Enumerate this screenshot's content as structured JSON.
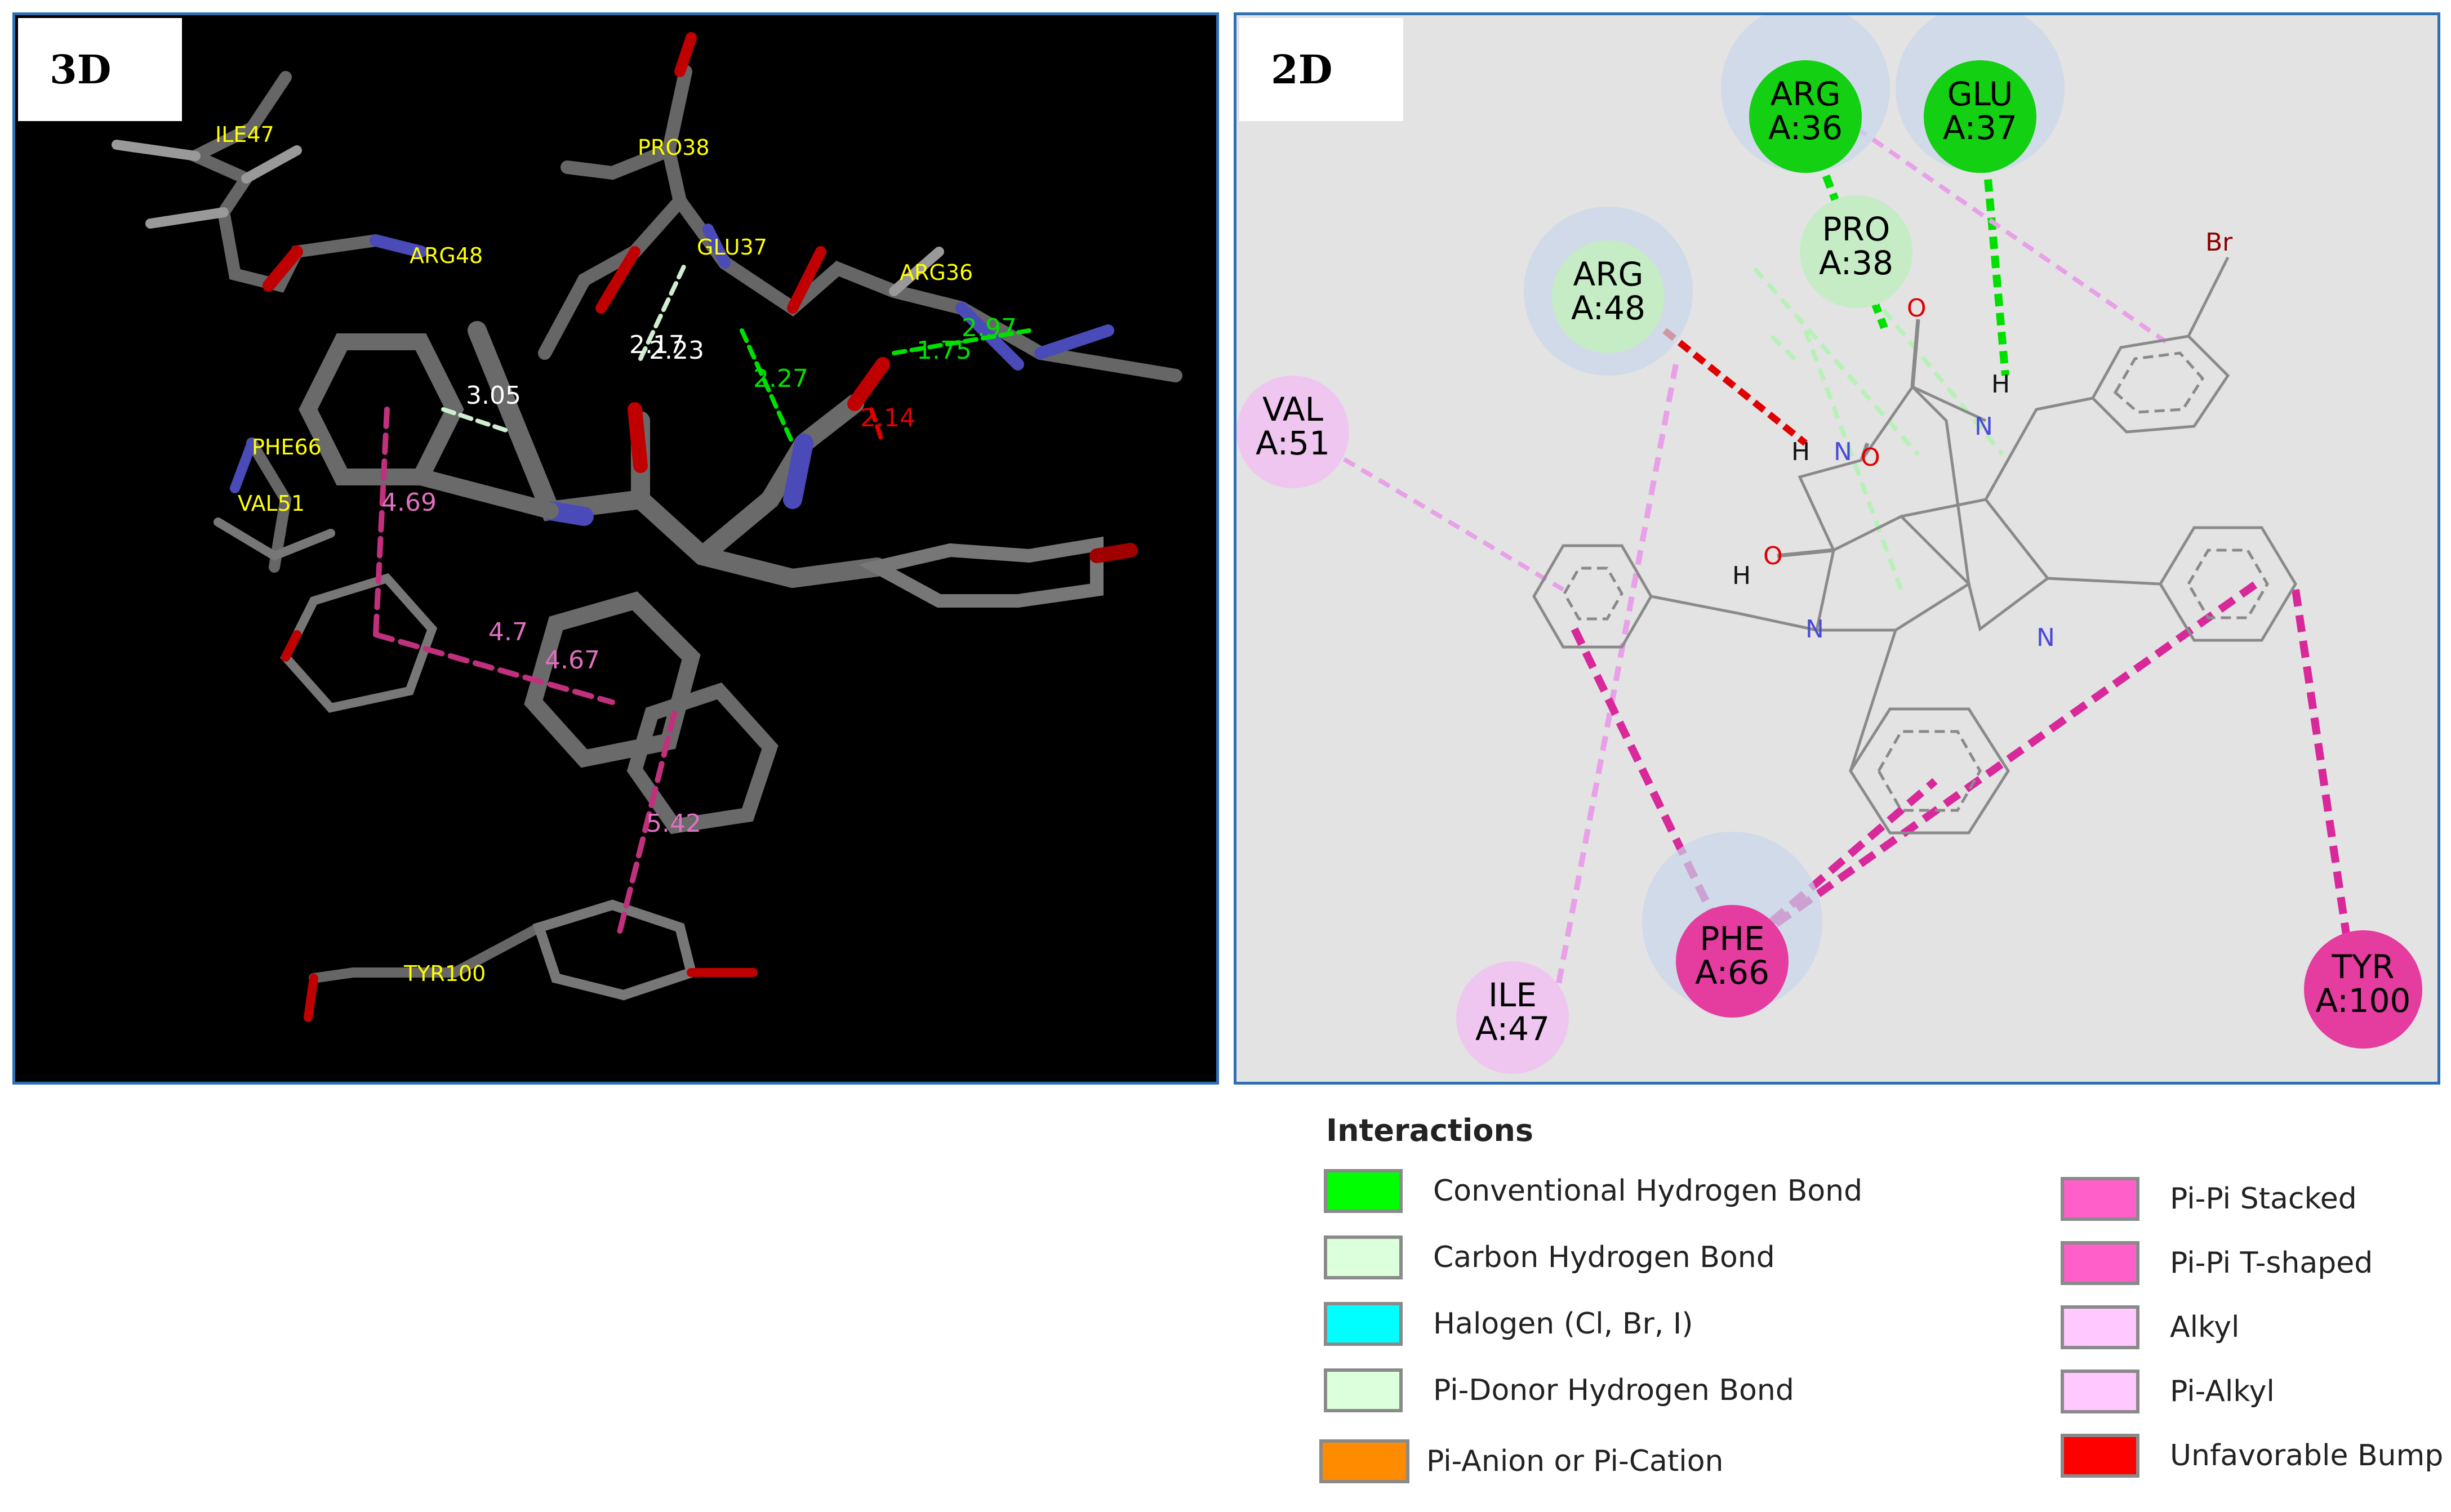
{
  "panel_3d": {
    "tag": "3D",
    "residue_labels": [
      "ILE47",
      "PRO38",
      "ARG48",
      "GLU37",
      "ARG36",
      "PHE66",
      "VAL51",
      "TYR100"
    ],
    "distances": {
      "d_3_05": "3.05",
      "d_2_17": "2.17",
      "d_2_23": "2.23",
      "d_2_27": "2.27",
      "d_1_75": "1.75",
      "d_2_97": "2.97",
      "d_2_14": "2.14",
      "d_4_69": "4.69",
      "d_4_7": "4.7",
      "d_4_67": "4.67",
      "d_5_42": "5.42"
    }
  },
  "panel_2d": {
    "tag": "2D",
    "residues": {
      "arg36": {
        "name": "ARG",
        "chain": "A:36",
        "type": "Conventional Hydrogen Bond"
      },
      "glu37": {
        "name": "GLU",
        "chain": "A:37",
        "type": "Conventional Hydrogen Bond"
      },
      "pro38": {
        "name": "PRO",
        "chain": "A:38",
        "type": "Carbon Hydrogen Bond"
      },
      "arg48": {
        "name": "ARG",
        "chain": "A:48",
        "type": "Carbon Hydrogen Bond"
      },
      "val51": {
        "name": "VAL",
        "chain": "A:51",
        "type": "Alkyl"
      },
      "phe66": {
        "name": "PHE",
        "chain": "A:66",
        "type": "Pi-Pi Stacked"
      },
      "ile47": {
        "name": "ILE",
        "chain": "A:47",
        "type": "Alkyl"
      },
      "tyr100": {
        "name": "TYR",
        "chain": "A:100",
        "type": "Pi-Pi T-shaped"
      }
    },
    "atoms": {
      "br": "Br",
      "o": "O",
      "n": "N",
      "h": "H"
    }
  },
  "legend": {
    "title": "Interactions",
    "left": [
      {
        "label": "Conventional Hydrogen Bond",
        "color": "#00ff00"
      },
      {
        "label": "Carbon Hydrogen Bond",
        "color": "#dcffdc"
      },
      {
        "label": "Halogen (Cl, Br, I)",
        "color": "#00ffff"
      },
      {
        "label": "Pi-Donor Hydrogen Bond",
        "color": "#dcffdc"
      },
      {
        "label": "Pi-Anion or Pi-Cation",
        "color": "#ff8c00"
      }
    ],
    "right": [
      {
        "label": "Pi-Pi Stacked",
        "color": "#ff5fc8"
      },
      {
        "label": "Pi-Pi T-shaped",
        "color": "#ff5fc8"
      },
      {
        "label": "Alkyl",
        "color": "#ffc8ff"
      },
      {
        "label": "Pi-Alkyl",
        "color": "#ffc8ff"
      },
      {
        "label": "Unfavorable Bump",
        "color": "#ff0000"
      }
    ]
  },
  "colors": {
    "hbond": "#00e000",
    "carbon_hbond": "#b8f0b8",
    "alkyl": "#e6a0e6",
    "pipi": "#e0309c",
    "bump": "#e00000",
    "stick": "#5a5a5a",
    "label3d": "#ffff00"
  }
}
